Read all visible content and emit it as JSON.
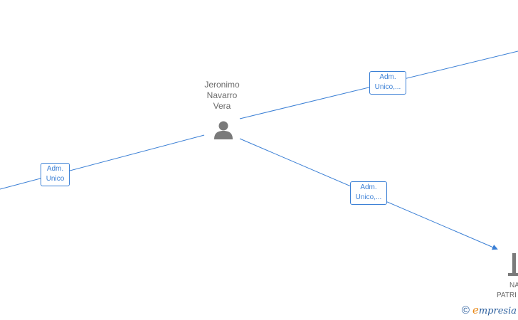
{
  "nodes": {
    "person": {
      "name": "Jeronimo\nNavarro\nVera",
      "icon": "person-icon"
    },
    "company": {
      "label_line1": "NA",
      "label_line2": "PATRI",
      "icon": "building-icon"
    }
  },
  "edges": [
    {
      "line1": "Adm.",
      "line2": "Unico"
    },
    {
      "line1": "Adm.",
      "line2": "Unico,..."
    },
    {
      "line1": "Adm.",
      "line2": "Unico,..."
    }
  ],
  "watermark": {
    "copyright": "©",
    "brand_first": "e",
    "brand_rest": "mpresia"
  },
  "colors": {
    "edge": "#3a7fd5",
    "node_text": "#6b6b6b",
    "icon": "#7a7a7a"
  }
}
